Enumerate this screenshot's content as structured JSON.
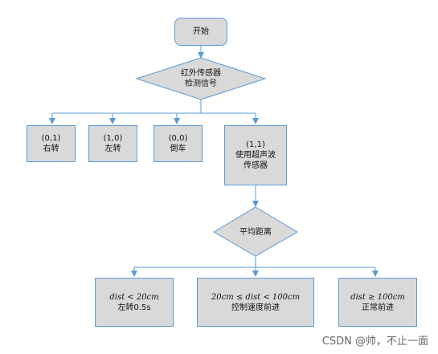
{
  "start": {
    "label": "开始"
  },
  "sensor1": {
    "line1": "红外传感器",
    "line2": "检测信号"
  },
  "branches": [
    {
      "code": "(0,1)",
      "action": "右转"
    },
    {
      "code": "(1,0)",
      "action": "左转"
    },
    {
      "code": "(0,0)",
      "action": "倒车"
    },
    {
      "code": "(1,1)",
      "action": "使用超声波",
      "action2": "传感器"
    }
  ],
  "decision2": {
    "label": "平均距离"
  },
  "outcomes": [
    {
      "condition": "dist < 20cm",
      "action": "左转0.5s"
    },
    {
      "condition": "20cm ≤ dist < 100cm",
      "action": "控制速度前进"
    },
    {
      "condition": "dist ≥ 100cm",
      "action": "正常前进"
    }
  ],
  "watermark": "CSDN @帅，不止一面",
  "colors": {
    "stroke": "#5b9bd5",
    "fill": "#d9d9d9"
  }
}
